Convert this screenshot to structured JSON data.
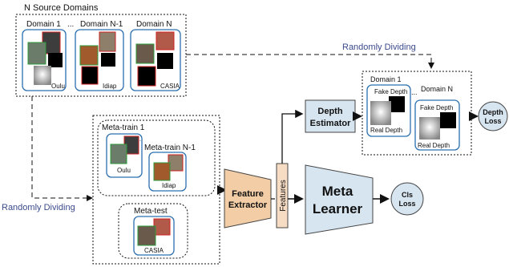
{
  "source_domains": {
    "title": "N Source Domains",
    "domain_1_label": "Domain 1",
    "ellipsis": "...",
    "domain_n1_label": "Domain N-1",
    "domain_n_label": "Domain N",
    "dataset_1": "Oulu",
    "dataset_n1": "Idiap",
    "dataset_n": "CASIA"
  },
  "randomly_dividing_top": "Randomly Dividing",
  "randomly_dividing_left": "Randomly Dividing",
  "meta_train": {
    "label_1": "Meta-train 1",
    "label_n1": "Meta-train N-1",
    "dataset_1": "Oulu",
    "dataset_n1": "Idiap"
  },
  "meta_test": {
    "label": "Meta-test",
    "dataset": "CASIA"
  },
  "feature_extractor": {
    "line1": "Feature",
    "line2": "Extractor"
  },
  "features_label": "Features",
  "meta_learner": {
    "line1": "Meta",
    "line2": "Learner"
  },
  "cls_loss": {
    "line1": "Cls",
    "line2": "Loss"
  },
  "depth_estimator": {
    "line1": "Depth",
    "line2": "Estimator"
  },
  "depth_panel": {
    "domain_1": "Domain 1",
    "ellipsis": "...",
    "domain_n": "Domain N",
    "fake_depth_1": "Fake Depth",
    "real_depth_1": "Real Depth",
    "fake_depth_n": "Fake Depth",
    "real_depth_n": "Real Depth"
  },
  "depth_loss": {
    "line1": "Depth",
    "line2": "Loss"
  }
}
